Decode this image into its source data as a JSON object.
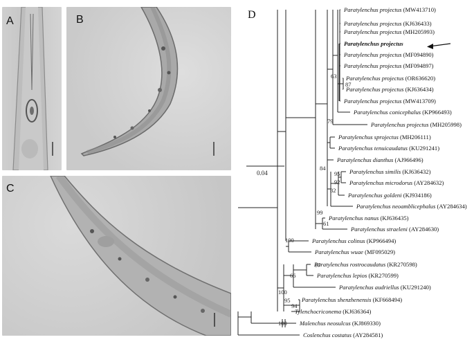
{
  "panels": {
    "a": {
      "label": "A"
    },
    "b": {
      "label": "B"
    },
    "c": {
      "label": "C"
    },
    "d": {
      "label": "D"
    }
  },
  "tree": {
    "scale_label": "0.04",
    "taxa": [
      {
        "genus": "Paratylenchus",
        "species": "projectus",
        "acc": "(MW413710)"
      },
      {
        "genus": "Paratylenchus",
        "species": "projectus",
        "acc": "(KJ636433)"
      },
      {
        "genus": "Paratylenchus",
        "species": "projectus",
        "acc": "(MH205993)"
      },
      {
        "genus": "Paratylenchus",
        "species": "projectus",
        "acc": "",
        "bold": true
      },
      {
        "genus": "Paratylenchus",
        "species": "projectus",
        "acc": "(MF094890)"
      },
      {
        "genus": "Paratylenchus",
        "species": "projectus",
        "acc": "(MF094897)"
      },
      {
        "genus": "Paratylenchus",
        "species": "projectus",
        "acc": "(OR636620)"
      },
      {
        "genus": "Paratylenchus",
        "species": "projectus",
        "acc": "(KJ636434)"
      },
      {
        "genus": "Paratylenchus",
        "species": "projectus",
        "acc": "(MW413709)"
      },
      {
        "genus": "Paratylenchus",
        "species": "conicephаlus",
        "acc": "(KP966493)"
      },
      {
        "genus": "Paratylenchus",
        "species": "projectus",
        "acc": "(MH205998)"
      },
      {
        "genus": "Paratylenchus",
        "species": "sprojectus",
        "acc": "(MH206111)"
      },
      {
        "genus": "Paratylenchus",
        "species": "tenuicaudatus",
        "acc": "(KU291241)"
      },
      {
        "genus": "Paratylenchus",
        "species": "dianthus",
        "acc": "(AJ966496)"
      },
      {
        "genus": "Paratylenchus",
        "species": "similis",
        "acc": "(KJ636432)"
      },
      {
        "genus": "Paratylenchus",
        "species": "microdorus",
        "acc": "(AY284632)"
      },
      {
        "genus": "Paratylenchus",
        "species": "goldeni",
        "acc": "(KJ934186)"
      },
      {
        "genus": "Paratylenchus",
        "species": "neoamblicephalus",
        "acc": "(AY284634)"
      },
      {
        "genus": "Paratylenchus",
        "species": "nanus",
        "acc": "(KJ636435)"
      },
      {
        "genus": "Paratylenchus",
        "species": "straeleni",
        "acc": "(AY284630)"
      },
      {
        "genus": "Paratylenchus",
        "species": "colinus",
        "acc": "(KP966494)"
      },
      {
        "genus": "Paratylenchus",
        "species": "wuae",
        "acc": "(MF095029)"
      },
      {
        "genus": "Paratylenchus",
        "species": "rostrocaudatus",
        "acc": "(KR270598)"
      },
      {
        "genus": "Paratylenchus",
        "species": "lepios",
        "acc": "(KR270599)"
      },
      {
        "genus": "Paratylenchus",
        "species": "audriellus",
        "acc": "(KU291240)"
      },
      {
        "genus": "Paratylenchus",
        "species": "shenzhenensis",
        "acc": "(KF668494)"
      },
      {
        "genus": "Tylenchocriconema",
        "species": "",
        "acc": "(KJ636364)"
      },
      {
        "genus": "Malenchus",
        "species": "neosulcus",
        "acc": "(KJ869330)"
      },
      {
        "genus": "Coslenchus",
        "species": "costatus",
        "acc": "(AY284581)"
      }
    ],
    "bootstrap": [
      "87",
      "63",
      "79",
      "84",
      "95",
      "92",
      "82",
      "99",
      "61",
      "100",
      "97",
      "66",
      "94",
      "95",
      "100",
      "100"
    ]
  }
}
